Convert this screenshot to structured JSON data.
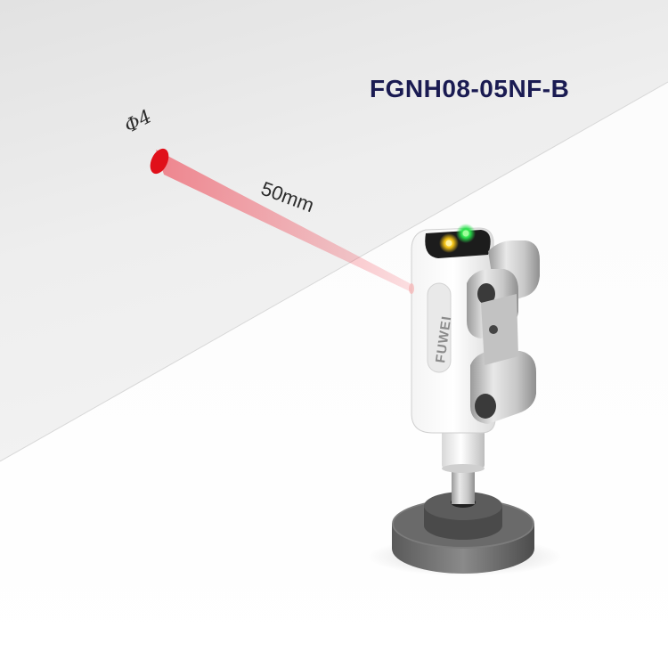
{
  "model": {
    "name": "FGNH08-05NF-B"
  },
  "annotations": {
    "spot_diameter": "Φ4",
    "distance": "50mm"
  },
  "product": {
    "brand": "FUWEI"
  },
  "colors": {
    "title": "#1a1b52",
    "laser": "#e0101a",
    "led_green": "#27e04a",
    "led_yellow": "#f3c214"
  }
}
